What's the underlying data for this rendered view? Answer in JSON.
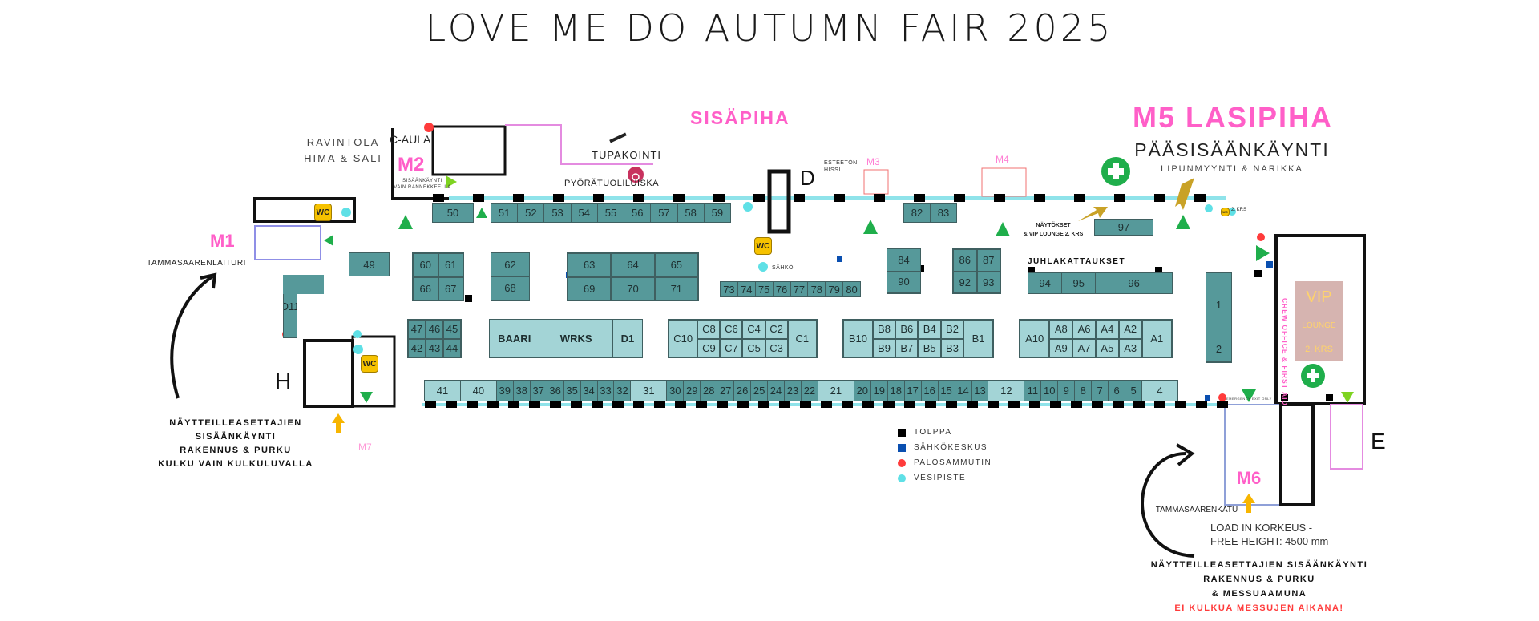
{
  "title": "LOVE ME DO AUTUMN FAIR 2025",
  "areas": {
    "sisapiha": "SISÄPIHA",
    "m5": "M5 LASIPIHA",
    "main_entrance": "PÄÄSISÄÄNKÄYNTI",
    "tickets": "LIPUNMYYNTI & NARIKKA",
    "restaurant_1": "RAVINTOLA",
    "restaurant_2": "HIMA & SALI",
    "c_aula": "C-AULA",
    "m2": "M2",
    "m2_note_1": "SISÄÄNKÄYNTI",
    "m2_note_2": "VAIN RANNEKKEELLA",
    "smoking": "TUPAKOINTI",
    "ramp": "PYÖRÄTUOLILUISKA",
    "d": "D",
    "lift_1": "ESTEETÖN",
    "lift_2": "HISSI",
    "m3": "M3",
    "m4": "M4",
    "shows_1": "NÄYTÖKSET",
    "shows_2": "& VIP LOUNGE 2. KRS",
    "m1": "M1",
    "m1_name": "TAMMASAARENLAITURI",
    "h": "H",
    "m7": "M7",
    "e": "E",
    "m6": "M6",
    "m6_street": "TAMMASAARENKATU",
    "load_1": "LOAD IN KORKEUS -",
    "load_2": "FREE HEIGHT: 4500 mm",
    "juhla": "JUHLAKATTAUKSET",
    "wc": "WC",
    "wc_2krs": "2. KRS",
    "sahko": "SÄHKÖ",
    "vip_1": "VIP",
    "vip_2": "LOUNGE",
    "vip_3": "2. KRS",
    "crew": "CREW OFFICE & FIRST AID",
    "emergency": "EMERGENCY EXIT ONLY"
  },
  "notes": {
    "left": [
      "NÄYTTEILLEASETTAJIEN",
      "SISÄÄNKÄYNTI",
      "RAKENNUS & PURKU",
      "KULKU VAIN KULKULUVALLA"
    ],
    "right": [
      "NÄYTTEILLEASETTAJIEN SISÄÄNKÄYNTI",
      "RAKENNUS & PURKU",
      "& MESSUAAMUNA"
    ],
    "right_warning": "EI KULKUA MESSUJEN AIKANA!"
  },
  "booths": {
    "b50": [
      "50"
    ],
    "top_51": [
      "51",
      "52",
      "53",
      "54",
      "55",
      "56",
      "57",
      "58",
      "59"
    ],
    "b82": [
      "82",
      "83"
    ],
    "b97": [
      "97"
    ],
    "b49": [
      "49"
    ],
    "g60": [
      "60",
      "61",
      "66",
      "67"
    ],
    "b62": [
      "62",
      "68"
    ],
    "g63": [
      "63",
      "64",
      "65",
      "69",
      "70",
      "71"
    ],
    "r73": [
      "73",
      "74",
      "75",
      "76",
      "77",
      "78",
      "79",
      "80"
    ],
    "b84": [
      "84",
      "90"
    ],
    "g86": [
      "86",
      "87",
      "92",
      "93"
    ],
    "r94": [
      "94",
      "95",
      "96"
    ],
    "b1": [
      "1",
      "2"
    ],
    "d11": [
      "D11"
    ],
    "g47": [
      "47",
      "46",
      "45",
      "42",
      "43",
      "44"
    ],
    "block_d": [
      "BAARI",
      "WRKS",
      "D1"
    ],
    "block_c": [
      "C10",
      "C8",
      "C6",
      "C4",
      "C2",
      "C1",
      "C9",
      "C7",
      "C5",
      "C3"
    ],
    "block_b": [
      "B10",
      "B8",
      "B6",
      "B4",
      "B2",
      "B1",
      "B9",
      "B7",
      "B5",
      "B3"
    ],
    "block_a": [
      "A10",
      "A8",
      "A6",
      "A4",
      "A2",
      "A1",
      "A9",
      "A7",
      "A5",
      "A3"
    ],
    "bottom": [
      "41",
      "40",
      "39",
      "38",
      "37",
      "36",
      "35",
      "34",
      "33",
      "32",
      "31",
      "30",
      "29",
      "28",
      "27",
      "26",
      "25",
      "24",
      "23",
      "22",
      "21",
      "20",
      "19",
      "18",
      "17",
      "16",
      "15",
      "14",
      "13",
      "12",
      "11",
      "10",
      "9",
      "8",
      "7",
      "6",
      "5",
      "4"
    ]
  },
  "legend": [
    {
      "label": "TOLPPA",
      "color": "#000000"
    },
    {
      "label": "SÄHKÖKESKUS",
      "color": "#0a4fb0"
    },
    {
      "label": "PALOSAMMUTIN",
      "color": "#ff3b3b"
    },
    {
      "label": "VESIPISTE",
      "color": "#5fe0e6"
    }
  ],
  "colors": {
    "pink": "#ff5fc8",
    "booth_dark": "#56999a",
    "booth_light": "#a3d4d6",
    "exit_green": "#1fae4b"
  }
}
